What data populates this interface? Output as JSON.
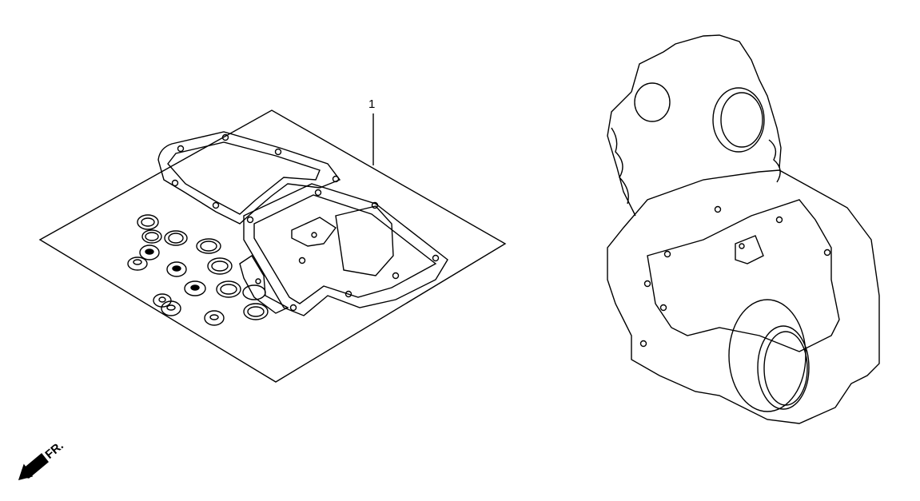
{
  "diagram": {
    "type": "exploded-parts-view",
    "background": "#ffffff",
    "line_color": "#000000",
    "parts": [
      {
        "ref": "1",
        "label": "1",
        "description": "gasket kit (sheet with gaskets and seal rings)"
      }
    ],
    "direction_indicator": {
      "label": "FR.",
      "meaning": "front direction arrow"
    },
    "illustrations": [
      "gasket-kit-sheet",
      "engine-assembly"
    ]
  }
}
